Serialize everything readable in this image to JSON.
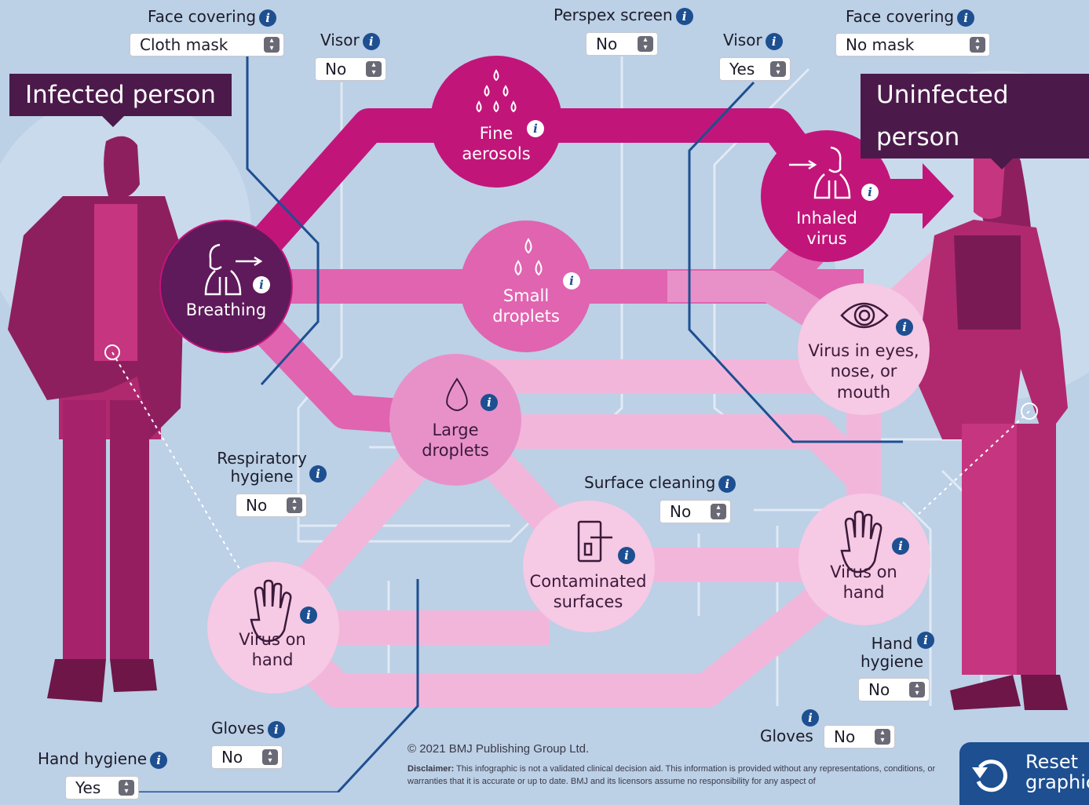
{
  "titles": {
    "infected": "Infected person",
    "uninfected": "Uninfected person"
  },
  "colors": {
    "background": "#bcd0e6",
    "dark_magenta": "#c2157a",
    "mid_magenta": "#e064b0",
    "light_pink": "#f3b6db",
    "breathing_node": "#5e1a5a",
    "control_line": "#1d4f91",
    "info_button": "#1d4f91"
  },
  "controls": {
    "face_covering_left": {
      "label": "Face covering",
      "value": "Cloth mask"
    },
    "visor_left": {
      "label": "Visor",
      "value": "No"
    },
    "perspex_screen": {
      "label": "Perspex screen",
      "value": "No"
    },
    "visor_right": {
      "label": "Visor",
      "value": "Yes"
    },
    "face_covering_right": {
      "label": "Face covering",
      "value": "No mask"
    },
    "respiratory_hygiene": {
      "label": "Respiratory hygiene",
      "value": "No"
    },
    "surface_cleaning": {
      "label": "Surface cleaning",
      "value": "No"
    },
    "hand_hygiene_right": {
      "label": "Hand hygiene",
      "value": "No"
    },
    "gloves_left": {
      "label": "Gloves",
      "value": "No"
    },
    "gloves_right": {
      "label": "Gloves",
      "value": "No"
    },
    "hand_hygiene_left": {
      "label": "Hand hygiene",
      "value": "Yes"
    }
  },
  "nodes": {
    "breathing": {
      "label": "Breathing",
      "icon": "lungs-exhale-icon"
    },
    "fine_aerosols": {
      "label": "Fine aerosols",
      "line1": "Fine",
      "line2": "aerosols",
      "icon": "droplets-three-rows-icon"
    },
    "small_droplets": {
      "label": "Small droplets",
      "line1": "Small",
      "line2": "droplets",
      "icon": "droplets-two-rows-icon"
    },
    "large_droplets": {
      "label": "Large droplets",
      "line1": "Large",
      "line2": "droplets",
      "icon": "droplet-icon"
    },
    "inhaled_virus": {
      "label": "Inhaled virus",
      "line1": "Inhaled",
      "line2": "virus",
      "icon": "lungs-inhale-icon"
    },
    "eyes_nose_mouth": {
      "label": "Virus in eyes, nose, or mouth",
      "line1": "Virus in eyes,",
      "line2": "nose, or",
      "line3": "mouth",
      "icon": "eye-icon"
    },
    "contaminated_surfaces": {
      "label": "Contaminated surfaces",
      "line1": "Contaminated",
      "line2": "surfaces",
      "icon": "door-handle-icon"
    },
    "virus_on_hand_left": {
      "label": "Virus on hand",
      "line1": "Virus on",
      "line2": "hand",
      "icon": "hand-icon"
    },
    "virus_on_hand_right": {
      "label": "Virus on hand",
      "line1": "Virus on",
      "line2": "hand",
      "icon": "hand-icon"
    }
  },
  "info_glyph": "i",
  "footer": {
    "copyright": "© 2021 BMJ Publishing Group Ltd.",
    "disclaimer_label": "Disclaimer:",
    "disclaimer_text": "This infographic is not a validated clinical decision aid. This information is provided without any representations, conditions, or warranties that it is accurate or up to date. BMJ and its licensors assume no responsibility for any aspect of"
  },
  "reset": {
    "line1": "Reset",
    "line2": "graphic",
    "icon": "reset-arrow-icon"
  }
}
